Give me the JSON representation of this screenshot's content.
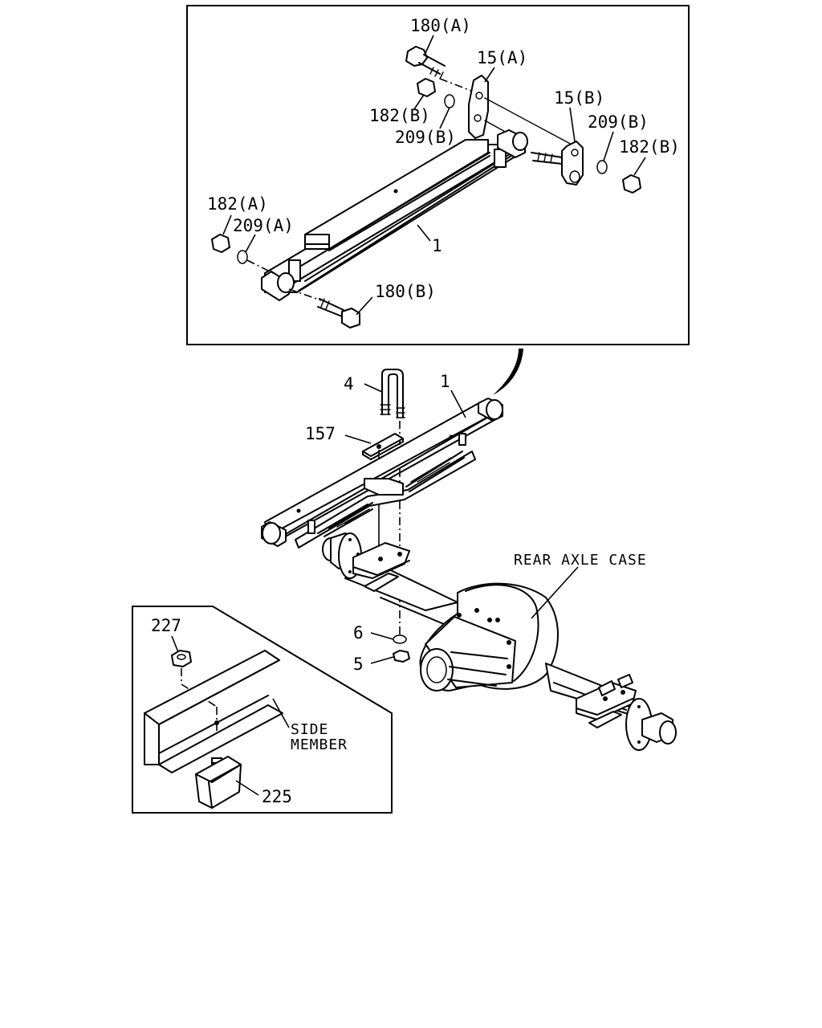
{
  "labels": {
    "d_bolt_a": "180(A)",
    "d_shackle_a": "15(A)",
    "d_nut_b_left": "182(B)",
    "d_washer_b_left": "209(B)",
    "d_shackle_b": "15(B)",
    "d_washer_b_right": "209(B)",
    "d_nut_b_right": "182(B)",
    "d_nut_a": "182(A)",
    "d_washer_a": "209(A)",
    "d_spring": "1",
    "d_bolt_b": "180(B)",
    "u_bolt": "4",
    "main_spring": "1",
    "plate": "157",
    "washer": "6",
    "nut": "5",
    "axle_case_line1": "REAR AXLE CASE",
    "b_nut": "227",
    "side_member_line1": "SIDE",
    "side_member_line2": "MEMBER",
    "bumper": "225"
  }
}
